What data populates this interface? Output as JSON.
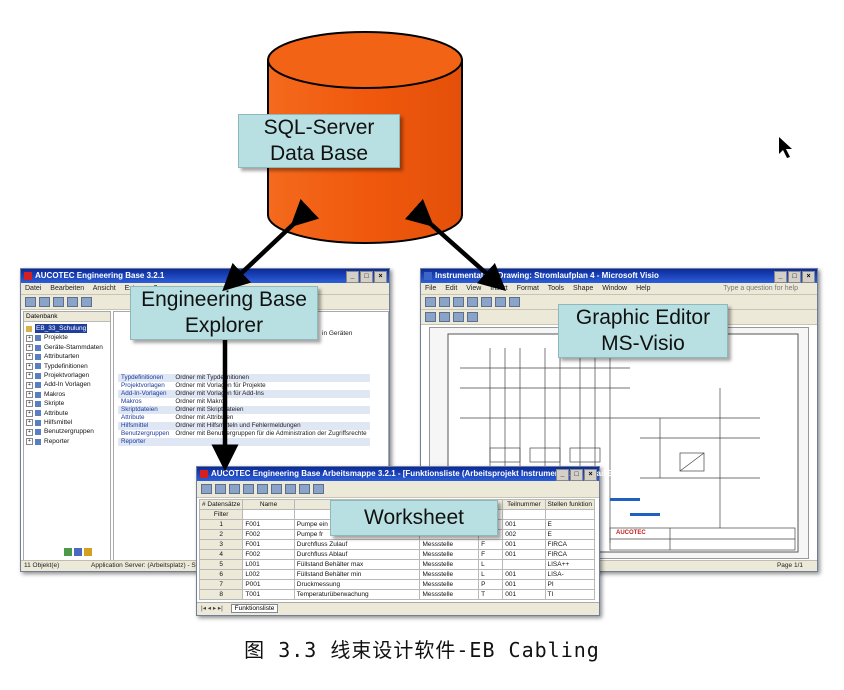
{
  "database": {
    "label_line1": "SQL-Server",
    "label_line2": "Data Base",
    "fill": "#f0590d"
  },
  "explorer": {
    "title": "AUCOTEC   Engineering Base 3.2.1",
    "label_line1": "Engineering Base",
    "label_line2": "Explorer",
    "menu": [
      "Datei",
      "Bearbeiten",
      "Ansicht",
      "Extras",
      "?"
    ],
    "tree_header": "Datenbank",
    "tree": [
      "EB_33_Schulung",
      "Projekte",
      "Geräte-Stammdaten",
      "Attributarten",
      "Typdefinitionen",
      "Projektvorlagen",
      "Add-In Vorlagen",
      "Makros",
      "Skripte",
      "Attribute",
      "Hilfsmittel",
      "Benutzergruppen",
      "Reporter"
    ],
    "list": [
      {
        "name": "Typdefinitionen",
        "desc": "Ordner mit Typdefinitionen"
      },
      {
        "name": "Projektvorlagen",
        "desc": "Ordner mit Vorlagen für Projekte"
      },
      {
        "name": "Add-In-Vorlagen",
        "desc": "Ordner mit Vorlagen für Add-Ins"
      },
      {
        "name": "Makros",
        "desc": "Ordner mit Makros"
      },
      {
        "name": "Skriptdateien",
        "desc": "Ordner mit Skriptdateien"
      },
      {
        "name": "Attribute",
        "desc": "Ordner mit Attributen"
      },
      {
        "name": "Hilfsmittel",
        "desc": "Ordner mit Hilfsmitteln und Fehlermeldungen"
      },
      {
        "name": "Benutzergruppen",
        "desc": "Ordner mit Benutzergruppen für die Administration der Zugriffsrechte"
      },
      {
        "name": "Reporter",
        "desc": ""
      }
    ],
    "list_top_right": "in Geräten",
    "status_left": "11 Objekt(e)",
    "status_right": "Application Server: (Arbeitsplatz) - SQL"
  },
  "visio": {
    "title": "Instrumentation Drawing: Stromlaufplan 4 - Microsoft Visio",
    "label_line1": "Graphic Editor",
    "label_line2": "MS-Visio",
    "menu": [
      "File",
      "Edit",
      "View",
      "Insert",
      "Format",
      "Tools",
      "Shape",
      "Window",
      "Help"
    ],
    "help_box": "Type a question for help",
    "titleblock_logo": "AUCOTEC",
    "page_label": "Page 1/1"
  },
  "worksheet": {
    "title": "AUCOTEC   Engineering Base Arbeitsmappe 3.2.1 - [Funktionsliste (Arbeitsprojekt Instrumentation Detail Eng...]",
    "label": "Worksheet",
    "columns": [
      "# Datensätze",
      "Name",
      "",
      "",
      "",
      "Teilnummer",
      "Stellen funktion"
    ],
    "filter_label": "Filter",
    "rows": [
      {
        "n": "1",
        "name": "F001",
        "desc": "Pumpe ein",
        "typ": "",
        "k": "",
        "tn": "001",
        "sf": "E"
      },
      {
        "n": "2",
        "name": "F002",
        "desc": "Pumpe fr",
        "typ": "",
        "k": "",
        "tn": "002",
        "sf": "E"
      },
      {
        "n": "3",
        "name": "F001",
        "desc": "Durchfluss Zulauf",
        "typ": "Messstelle",
        "k": "F",
        "tn": "001",
        "sf": "FIRCA"
      },
      {
        "n": "4",
        "name": "F002",
        "desc": "Durchfluss Ablauf",
        "typ": "Messstelle",
        "k": "F",
        "tn": "001",
        "sf": "FIRCA"
      },
      {
        "n": "5",
        "name": "L001",
        "desc": "Füllstand Behälter max",
        "typ": "Messstelle",
        "k": "L",
        "tn": "",
        "sf": "LISA++"
      },
      {
        "n": "6",
        "name": "L002",
        "desc": "Füllstand Behälter min",
        "typ": "Messstelle",
        "k": "L",
        "tn": "001",
        "sf": "LISA-"
      },
      {
        "n": "7",
        "name": "P001",
        "desc": "Druckmessung",
        "typ": "Messstelle",
        "k": "P",
        "tn": "001",
        "sf": "PI"
      },
      {
        "n": "8",
        "name": "T001",
        "desc": "Temperaturüberwachung",
        "typ": "Messstelle",
        "k": "T",
        "tn": "001",
        "sf": "TI"
      }
    ],
    "sheet_tab": "Funktionsliste"
  },
  "caption": "图 3.3 线束设计软件-EB Cabling",
  "colors": {
    "label_bg": "#b8e0e2",
    "titlebar": "#0b2a9a",
    "cylinder": "#f0590d"
  }
}
